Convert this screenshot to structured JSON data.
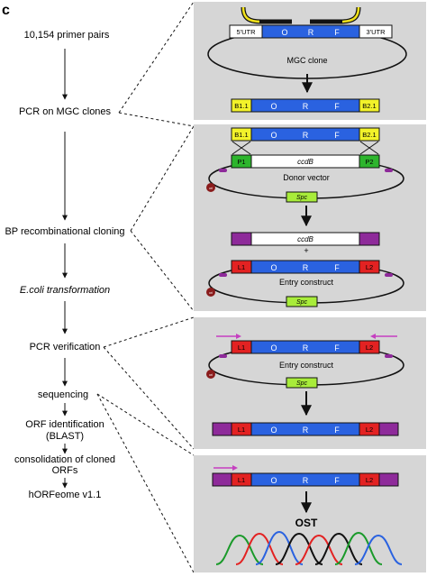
{
  "panel_letter": "c",
  "workflow_steps": [
    "10,154 primer pairs",
    "PCR on MGC clones",
    "BP recombinational cloning",
    "E.coli transformation",
    "PCR verification",
    "sequencing",
    "ORF identification",
    "(BLAST)",
    "consolidation of cloned",
    "ORFs",
    "hORFeome v1.1"
  ],
  "orf_letters": [
    "O",
    "R",
    "F"
  ],
  "labels": {
    "utr5": "5'UTR",
    "utr3": "3'UTR",
    "mgc_clone": "MGC clone",
    "b11": "B1.1",
    "b21": "B2.1",
    "p1": "P1",
    "p2": "P2",
    "ccdb": "ccdB",
    "donor_vector": "Donor vector",
    "spc": "Spc",
    "ori": "ori",
    "plus": "+",
    "l1": "L1",
    "l2": "L2",
    "entry_construct": "Entry construct",
    "ost": "OST"
  },
  "colors": {
    "panel_bg": "#d6d6d6",
    "orf_blue": "#2a62e0",
    "b_yellow": "#f2f22a",
    "p_green": "#2db52d",
    "l_red": "#e32222",
    "end_purple": "#8e2a9a",
    "spc_green": "#a8ec3a",
    "ori_brown": "#8a1c1c",
    "primer_yellow": "#f2e21a",
    "arrow_magenta": "#c53fc0"
  }
}
